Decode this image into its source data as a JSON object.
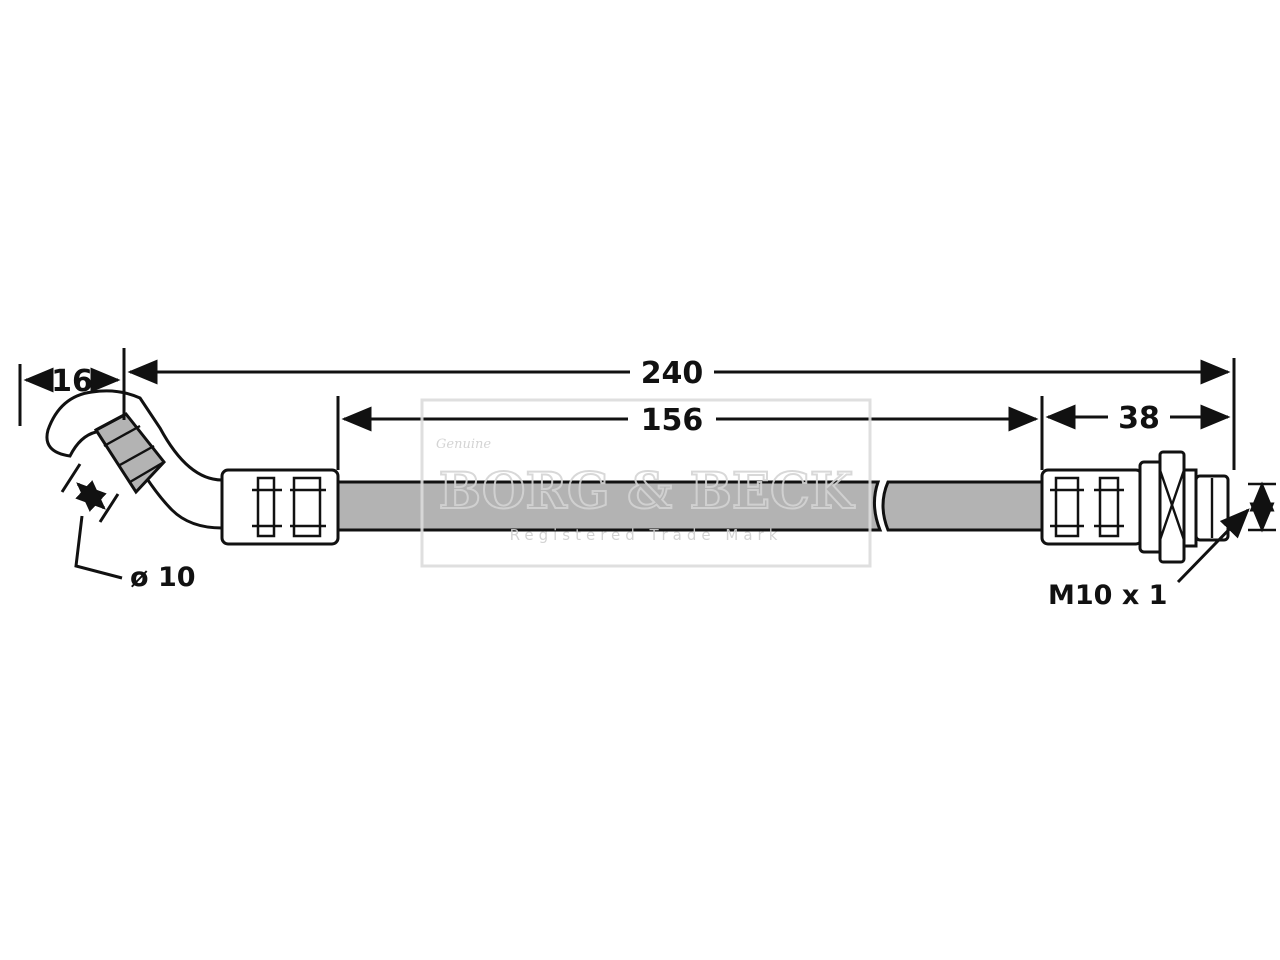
{
  "diagram": {
    "dimensions": {
      "overall_length": "240",
      "hose_length": "156",
      "right_fitting_length": "38",
      "left_offset": "16"
    },
    "callouts": {
      "left_diameter": "ø 10",
      "right_thread": "M10 x 1"
    },
    "watermark": {
      "script": "Genuine",
      "brand": "BORG & BECK",
      "tagline": "Registered Trade Mark"
    },
    "colors": {
      "line": "#111111",
      "hose_fill": "#b3b3b3",
      "watermark": "#d4d4d4"
    }
  }
}
